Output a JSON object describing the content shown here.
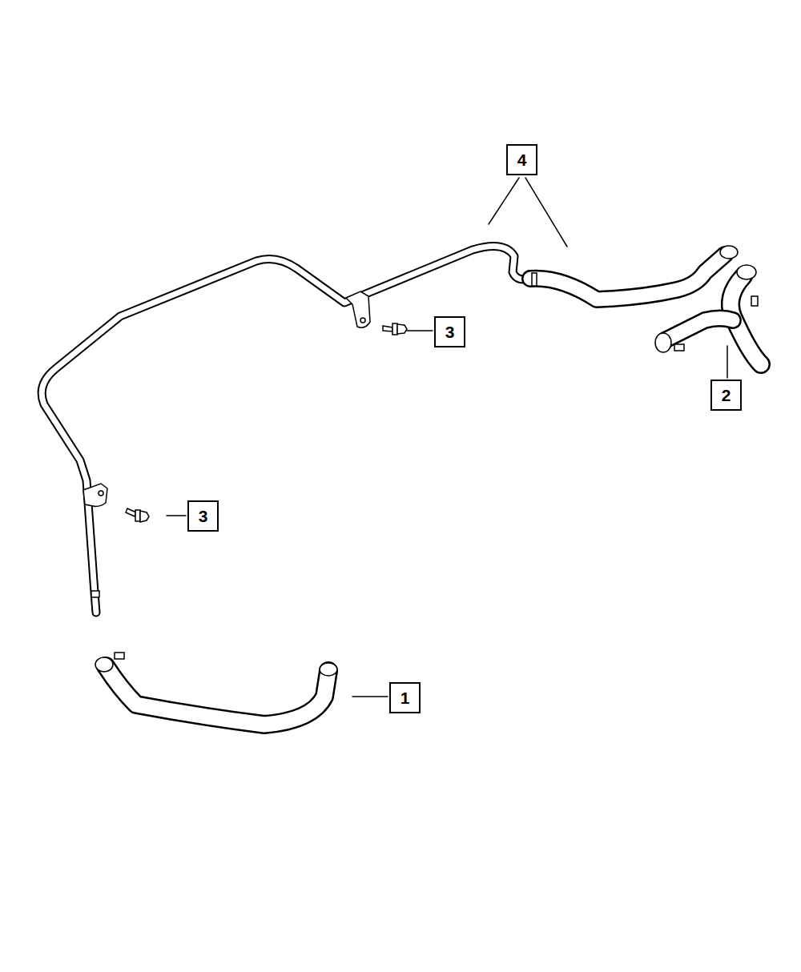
{
  "diagram": {
    "nodes": [
      {
        "text": [
          "4"
        ]
      },
      {
        "text": [
          "3"
        ]
      },
      {
        "text": [
          "2"
        ]
      },
      {
        "text": [
          "3"
        ]
      },
      {
        "text": [
          "1"
        ]
      }
    ]
  }
}
